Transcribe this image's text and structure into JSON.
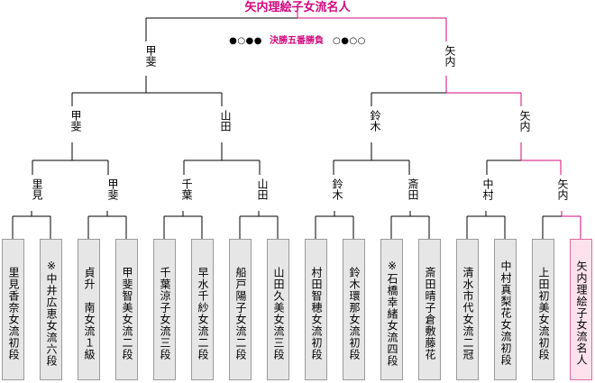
{
  "title": "矢内理絵子女流名人",
  "final_result": {
    "left_dots": "●○●●",
    "label": "決勝五番勝負",
    "right_dots": "○●○○"
  },
  "colors": {
    "accent": "#d4087e",
    "line": "#000000",
    "box_fill": "#e6e6e6",
    "box_border": "#9b9b9b",
    "champ_fill": "#fde2ee",
    "champ_border": "#e2699c"
  },
  "players": [
    {
      "name": "里見香奈女流初段"
    },
    {
      "name": "※中井広恵女流六段"
    },
    {
      "name": "貞升　南女流１級"
    },
    {
      "name": "甲斐智美女流二段"
    },
    {
      "name": "千葉涼子女流三段"
    },
    {
      "name": "早水千紗女流二段"
    },
    {
      "name": "船戸陽子女流二段"
    },
    {
      "name": "山田久美女流三段"
    },
    {
      "name": "村田智穂女流初段"
    },
    {
      "name": "鈴木環那女流初段"
    },
    {
      "name": "※石橋幸緒女流四段"
    },
    {
      "name": "斎田晴子倉敷藤花"
    },
    {
      "name": "清水市代女流二冠"
    },
    {
      "name": "中村真梨花女流初段"
    },
    {
      "name": "上田初美女流初段"
    },
    {
      "name": "矢内理絵子女流名人"
    }
  ],
  "round1_winners": [
    "里見",
    "甲斐",
    "千葉",
    "山田",
    "鈴木",
    "斎田",
    "中村",
    "矢内"
  ],
  "round2_winners": [
    "甲斐",
    "山田",
    "鈴木",
    "矢内"
  ],
  "semifinal_winners": [
    "甲斐",
    "矢内"
  ]
}
